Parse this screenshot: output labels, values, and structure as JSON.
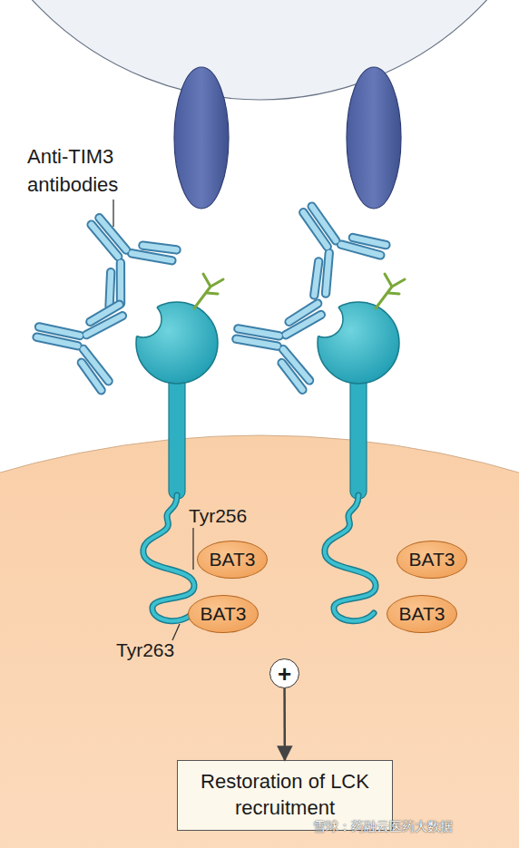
{
  "diagram": {
    "nodes": [
      {
        "text": [
          "BAT3"
        ]
      },
      {
        "text": [
          "BAT3"
        ]
      },
      {
        "text": [
          "BAT3"
        ]
      },
      {
        "text": [
          "BAT3"
        ]
      },
      {
        "text": [
          "+"
        ]
      },
      {
        "text": [
          "Restoration of LCK recruitment"
        ]
      }
    ],
    "edges": [
      {
        "from": 4,
        "to": 5,
        "arrow": "to"
      }
    ],
    "labels": [
      "Anti-TIM3 antibodies",
      "Tyr256",
      "Tyr263",
      "雪球：药融云医药大数据"
    ]
  }
}
